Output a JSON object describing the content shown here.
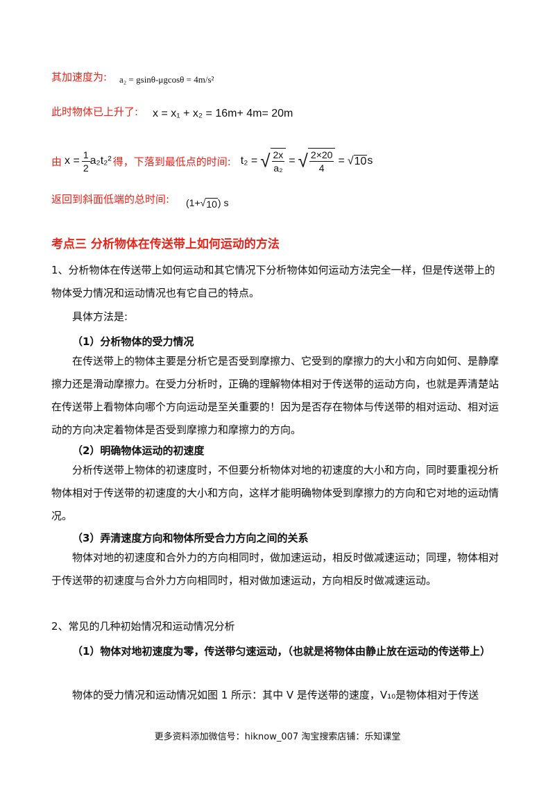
{
  "lines": {
    "l1_label": "其加速度为:",
    "l1_formula": "a₂ = gsinθ-μgcosθ  = 4m/s²",
    "l2_label": "此时物体已上升了:",
    "l2_formula": "x = x₁ + x₂ = 16m+ 4m= 20m",
    "l3_prefix": "由",
    "l3_x": "x =",
    "l3_frac_num": "1",
    "l3_frac_den": "2",
    "l3_tail": "a₂t₂²",
    "l3_label": "得，下落到最低点的时间:",
    "l3_t": "t₂ =",
    "l3_r1_num": "2x",
    "l3_r1_den": "a₂",
    "l3_eq1": "=",
    "l3_r2_num": "2×20",
    "l3_r2_den": "4",
    "l3_eq2": "=",
    "l3_sqrt_val": "10",
    "l3_unit": "s",
    "l4_label": "返回到斜面低端的总时间:",
    "l4_open": "(1+",
    "l4_sqrt_val": "10",
    "l4_close": ")  s"
  },
  "section": {
    "heading": "考点三 分析物体在传送带上如何运动的方法",
    "p1": "1、分析物体在传送带上如何运动和其它情况下分析物体如何运动方法完全一样，但是传送带上的物体受力情况和运动情况也有它自己的特点。",
    "p2": "具体方法是:",
    "h1": "（1）分析物体的受力情况",
    "p3": "在传送带上的物体主要是分析它是否受到摩擦力、它受到的摩擦力的大小和方向如何、是静摩擦力还是滑动摩擦力。在受力分析时，正确的理解物体相对于传送带的运动方向，也就是弄清楚站在传送带上看物体向哪个方向运动是至关重要的！因为是否存在物体与传送带的相对运动、相对运动的方向决定着物体是否受到摩擦力和摩擦力的方向。",
    "h2": "（2）明确物体运动的初速度",
    "p4": "分析传送带上物体的初速度时，不但要分析物体对地的初速度的大小和方向，同时要重视分析物体相对于传送带的初速度的大小和方向，这样才能明确物体受到摩擦力的方向和它对地的运动情况。",
    "h3": "（3）弄清速度方向和物体所受合力方向之间的关系",
    "p5": "物体对地的初速度和合外力的方向相同时，做加速运动，相反时做减速运动；同理，物体相对于传送带的初速度与合外力方向相同时，相对做加速运动，方向相反时做减速运动。",
    "p6": "2、常见的几种初始情况和运动情况分析",
    "h4": "（1）物体对地初速度为零，传送带匀速运动，（也就是将物体由静止放在运动的传送带上）",
    "p7": "物体的受力情况和运动情况如图 1 所示：其中 V 是传送带的速度，V₁₀是物体相对于传送"
  },
  "footer": "更多资料添加微信号：hiknow_007 淘宝搜索店铺：乐知课堂",
  "colors": {
    "accent_red": "#e8241b",
    "text": "#111111"
  }
}
